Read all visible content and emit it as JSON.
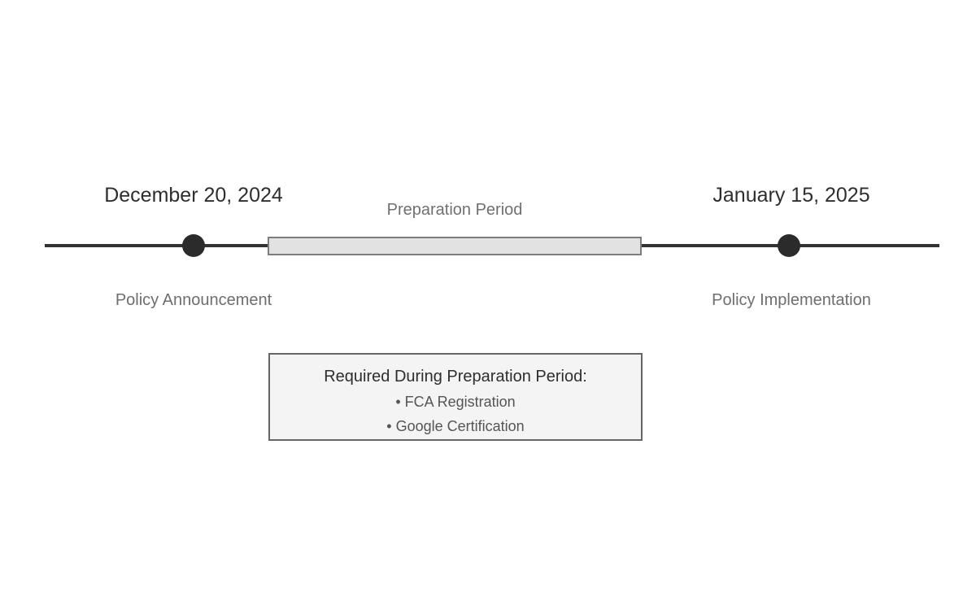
{
  "timeline": {
    "events": [
      {
        "date": "December 20, 2024",
        "label": "Policy Announcement"
      },
      {
        "date": "January 15, 2025",
        "label": "Policy Implementation"
      }
    ],
    "period": {
      "label": "Preparation Period"
    }
  },
  "info_box": {
    "title": "Required During Preparation Period:",
    "items": [
      "• FCA Registration",
      "• Google Certification"
    ]
  },
  "colors": {
    "background": "#ffffff",
    "timeline_line": "#333333",
    "dot": "#2b2b2b",
    "bar_fill": "#e2e2e2",
    "bar_border": "#7d7d7d",
    "box_fill": "#f4f4f4",
    "box_border": "#666666",
    "text_dark": "#2e2e2e",
    "text_gray": "#6e6e6e"
  }
}
